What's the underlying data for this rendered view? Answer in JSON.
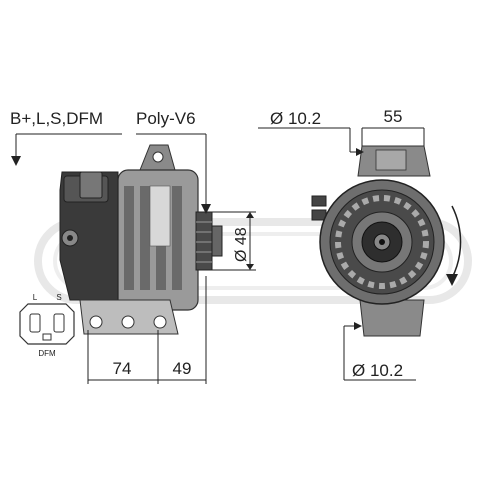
{
  "labels": {
    "connector": "B+,L,S,DFM",
    "pulley": "Poly-V6",
    "bolt_top": "Ø 10.2",
    "width_top": "55",
    "pulley_dia": "Ø 48",
    "dist_left": "74",
    "dist_right": "49",
    "bolt_bottom": "Ø 10.2",
    "plug_l": "L",
    "plug_s": "S",
    "plug_dfm": "DFM"
  },
  "colors": {
    "metal_dark": "#3a3a3a",
    "metal_mid": "#7a7a7a",
    "metal_light": "#b5b5b5",
    "watermark": "#e6e6e6"
  }
}
